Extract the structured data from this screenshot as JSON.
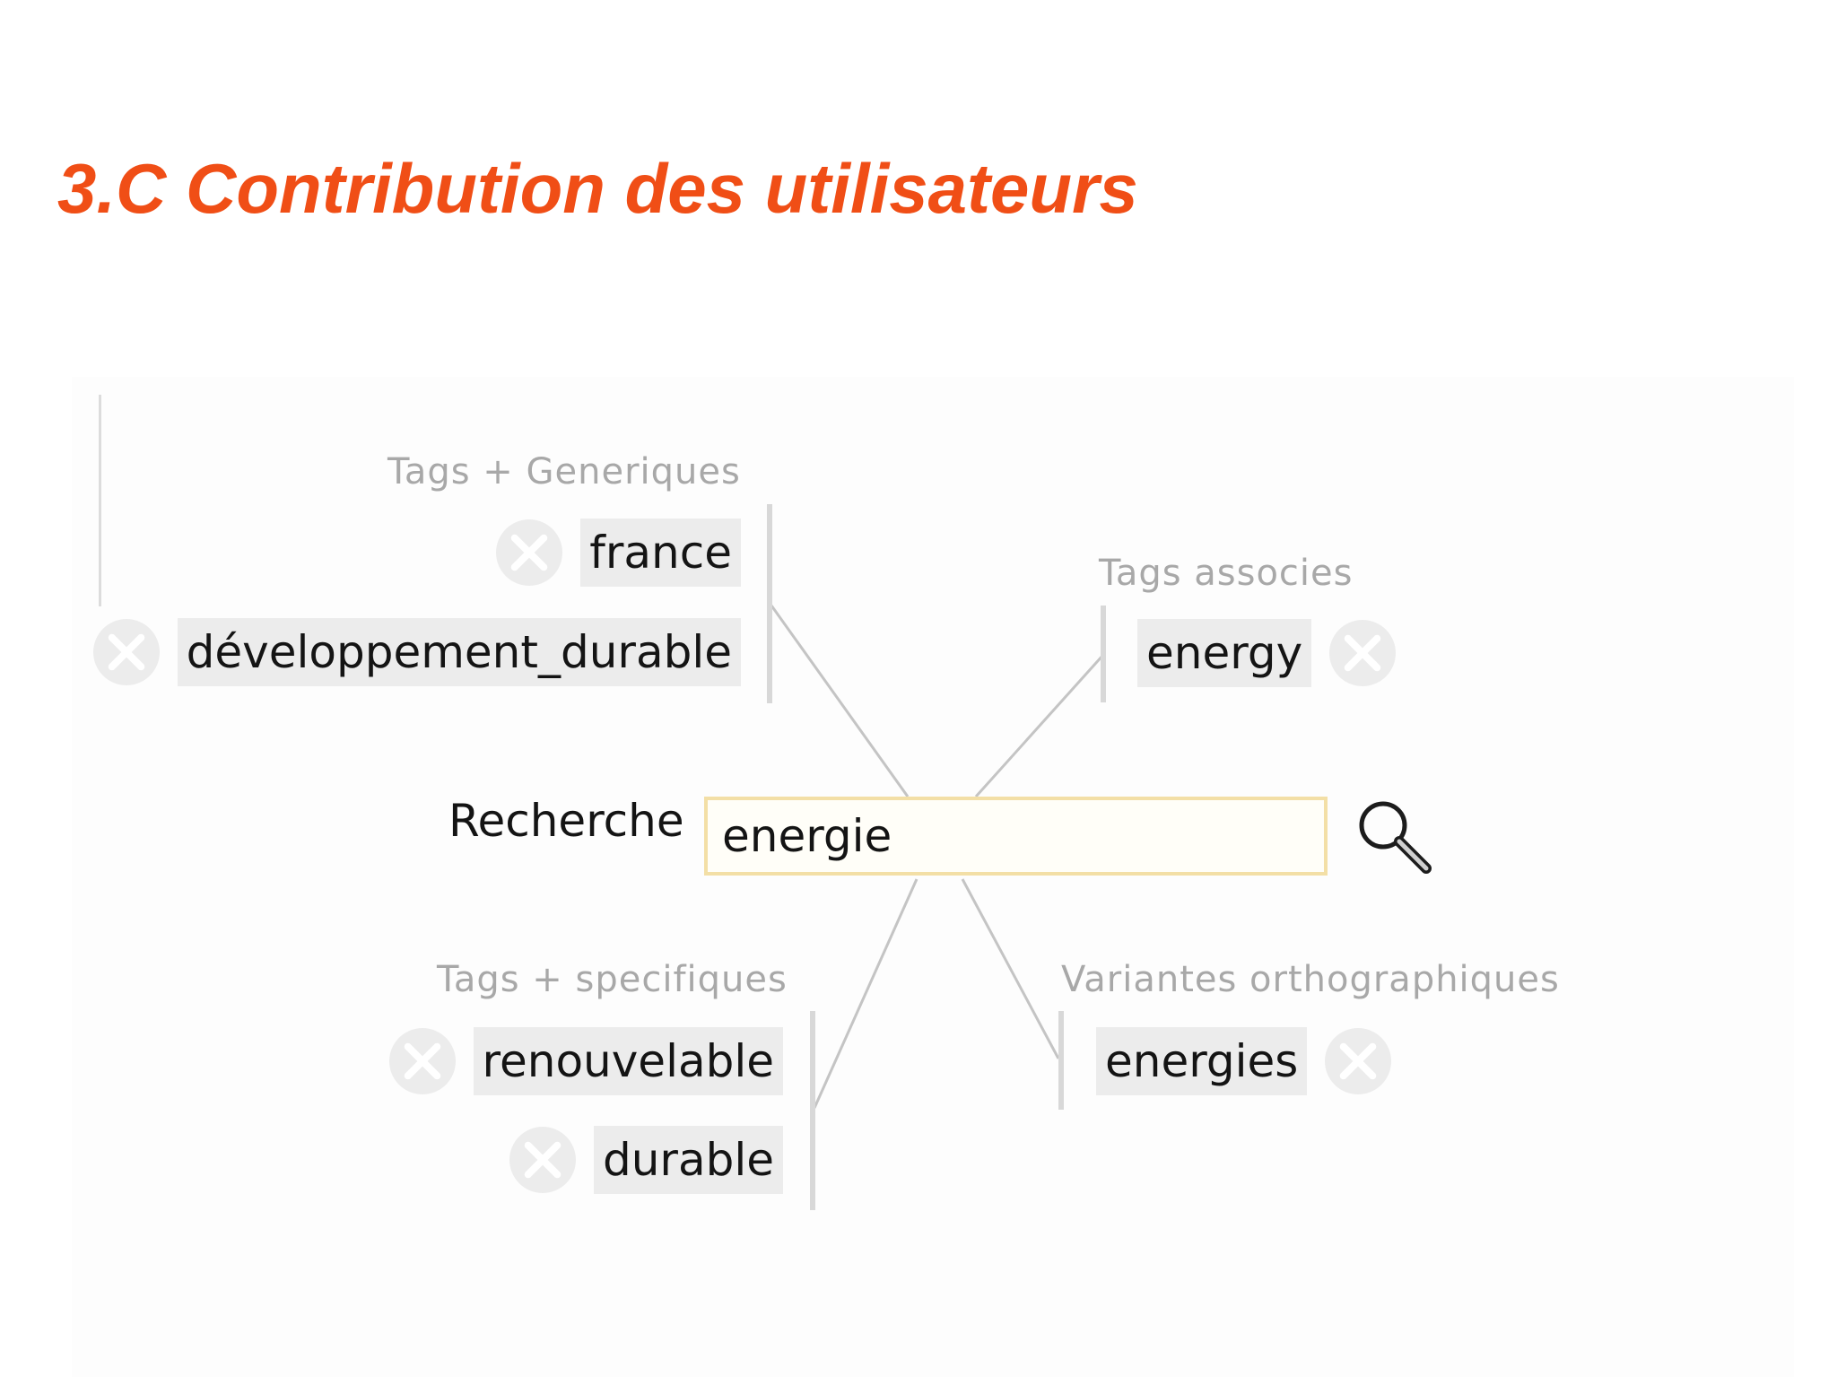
{
  "title": "3.C Contribution des utilisateurs",
  "colors": {
    "title": "#f04e16",
    "tag_background": "#ececec",
    "group_label": "#a8a8a8",
    "search_border": "#f3dfa6"
  },
  "groups": {
    "generic": {
      "label": "Tags + Generiques",
      "tags": [
        "france",
        "développement_durable"
      ]
    },
    "associated": {
      "label": "Tags associes",
      "tags": [
        "energy"
      ]
    },
    "specific": {
      "label": "Tags + specifiques",
      "tags": [
        "renouvelable",
        "durable"
      ]
    },
    "variants": {
      "label": "Variantes orthographiques",
      "tags": [
        "energies"
      ]
    }
  },
  "search": {
    "label": "Recherche",
    "value": "energie",
    "button_icon": "magnifier-icon"
  },
  "icons": {
    "remove": "remove-x-circle-icon"
  }
}
